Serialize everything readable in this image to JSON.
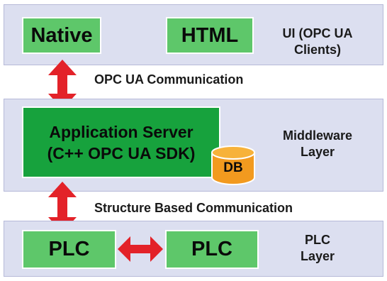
{
  "ui_layer": {
    "box_native": "Native",
    "box_html": "HTML",
    "label_line1": "UI (OPC UA",
    "label_line2": "Clients)"
  },
  "connection_top": "OPC UA Communication",
  "middleware_layer": {
    "app_server_line1": "Application Server",
    "app_server_line2": "(C++ OPC UA SDK)",
    "db_label": "DB",
    "label_line1": "Middleware",
    "label_line2": "Layer"
  },
  "connection_bottom": "Structure Based Communication",
  "plc_layer": {
    "box_left": "PLC",
    "box_right": "PLC",
    "label_line1": "PLC",
    "label_line2": "Layer"
  },
  "colors": {
    "layer_fill": "#dcdff0",
    "box_light_green": "#5ec76a",
    "box_dark_green": "#17a23d",
    "arrow_red": "#e32229",
    "db_orange": "#f29a1f"
  }
}
